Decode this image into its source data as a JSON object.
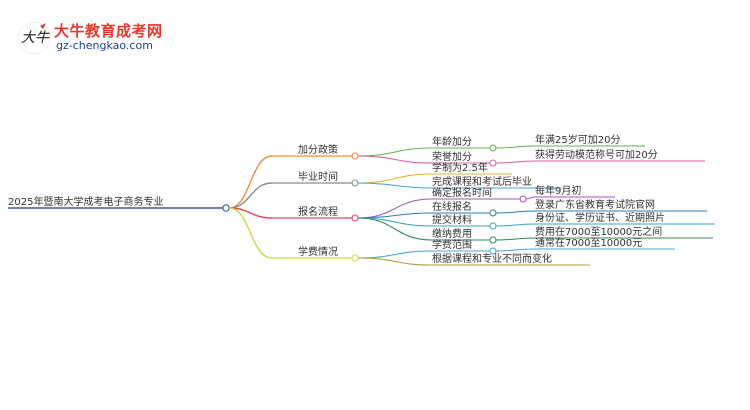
{
  "logo": {
    "brand": "大牛教育成考网",
    "domain": "gz-chengkao.com",
    "mark_text": "大牛"
  },
  "mindmap": {
    "root": "2025年暨南大学成考电子商务专业",
    "branches": [
      {
        "label": "加分政策",
        "color": "#f08a3c",
        "children": [
          {
            "label": "年龄加分",
            "color": "#66b24d",
            "leaf": "年满25岁可加20分"
          },
          {
            "label": "荣誉加分",
            "color": "#d9609f",
            "leaf": "获得劳动模范称号可加20分"
          }
        ]
      },
      {
        "label": "毕业时间",
        "color": "#8c8c8c",
        "children": [
          {
            "label": "学制为2.5年",
            "color": "#e6b23a",
            "leaf": ""
          },
          {
            "label": "完成课程和考试后毕业",
            "color": "#4aa3df",
            "leaf": ""
          }
        ]
      },
      {
        "label": "报名流程",
        "color": "#e0445a",
        "children": [
          {
            "label": "确定报名时间",
            "color": "#9b59b6",
            "leaf": "每年9月初"
          },
          {
            "label": "在线报名",
            "color": "#2e7bbf",
            "leaf": "登录广东省教育考试院官网"
          },
          {
            "label": "提交材料",
            "color": "#3aa4b8",
            "leaf": "身份证、学历证书、近期照片"
          },
          {
            "label": "缴纳费用",
            "color": "#2e8b57",
            "leaf": "费用在7000至10000元之间"
          }
        ]
      },
      {
        "label": "学费情况",
        "color": "#c8d94a",
        "children": [
          {
            "label": "学费范围",
            "color": "#4aa3df",
            "leaf": "通常在7000至10000元"
          },
          {
            "label": "根据课程和专业不同而变化",
            "color": "#b89a3a",
            "leaf": ""
          }
        ]
      }
    ]
  },
  "colors": {
    "root_line": "#3a5ca8"
  }
}
